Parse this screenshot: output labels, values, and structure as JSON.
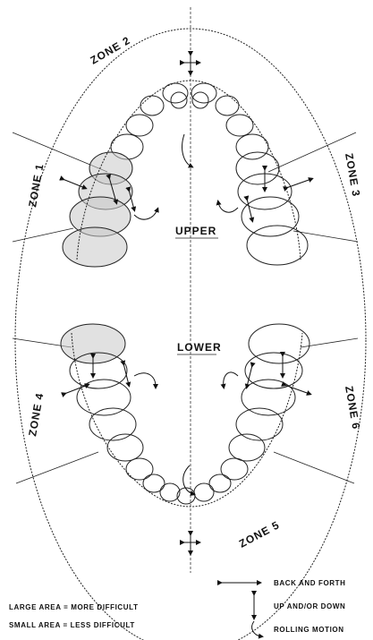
{
  "zones": [
    "ZONE 1",
    "ZONE 2",
    "ZONE 3",
    "ZONE 4",
    "ZONE 5",
    "ZONE 6"
  ],
  "arches": {
    "upper": "UPPER",
    "lower": "LOWER"
  },
  "legend": {
    "area": {
      "large": "LARGE AREA = MORE DIFFICULT",
      "small": "SMALL AREA = LESS DIFFICULT"
    },
    "motions": {
      "back_and_forth": "BACK AND FORTH",
      "up_down": "UP AND/OR DOWN",
      "rolling": "ROLLING MOTION"
    }
  }
}
